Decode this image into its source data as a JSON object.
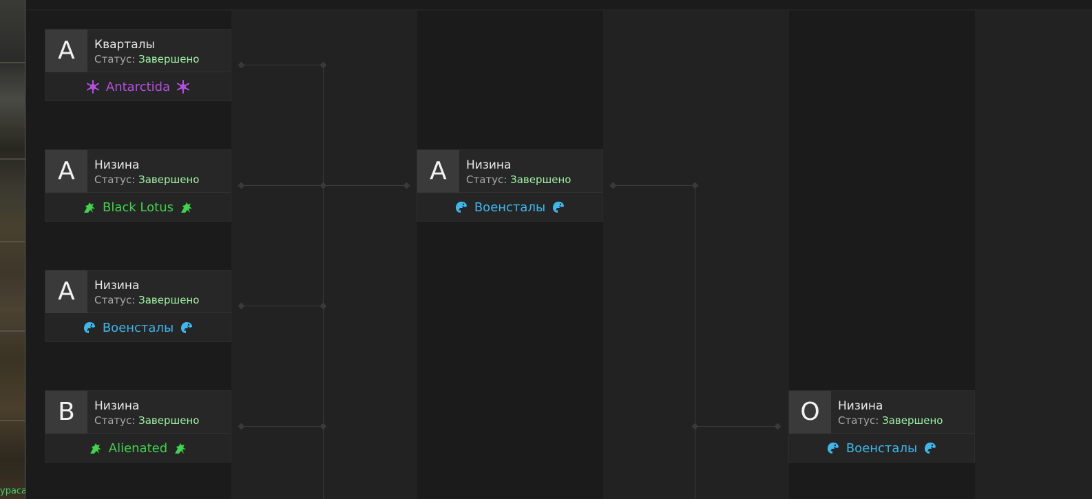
{
  "background_label": "урaca",
  "status_label": "Статус:",
  "colors": {
    "status_done": "#9ef2a4",
    "purple": "#b44fe0",
    "green": "#41d34c",
    "blue": "#3db7ec"
  },
  "matches": [
    {
      "letter": "A",
      "map": "Кварталы",
      "status": "Завершено",
      "team": "Antarctida",
      "team_icon": "snowflake-icon",
      "team_color": "#b44fe0"
    },
    {
      "letter": "A",
      "map": "Низина",
      "status": "Завершено",
      "team": "Black Lotus",
      "team_icon": "dragon-icon",
      "team_color": "#41d34c"
    },
    {
      "letter": "A",
      "map": "Низина",
      "status": "Завершено",
      "team": "Военсталы",
      "team_icon": "eagle-icon",
      "team_color": "#3db7ec"
    },
    {
      "letter": "B",
      "map": "Низина",
      "status": "Завершено",
      "team": "Alienated",
      "team_icon": "dragon-icon",
      "team_color": "#41d34c"
    },
    {
      "letter": "A",
      "map": "Низина",
      "status": "Завершено",
      "team": "Военсталы",
      "team_icon": "eagle-icon",
      "team_color": "#3db7ec"
    },
    {
      "letter": "O",
      "map": "Низина",
      "status": "Завершено",
      "team": "Военсталы",
      "team_icon": "eagle-icon",
      "team_color": "#3db7ec"
    }
  ]
}
